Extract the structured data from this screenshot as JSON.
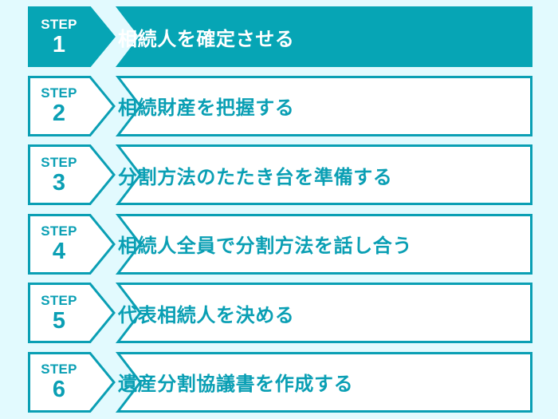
{
  "theme": {
    "background": "#e2fafe",
    "accent": "#06a5b5",
    "accent_outline": "#0a9fb4",
    "bar_fill_active": "#06a5b5",
    "bar_fill_inactive": "#ffffff",
    "text_on_accent": "#ffffff"
  },
  "flow": {
    "step_word": "STEP",
    "steps": [
      {
        "number": "1",
        "step_word": "STEP",
        "title": "相続人を確定させる",
        "state": "active"
      },
      {
        "number": "2",
        "step_word": "STEP",
        "title": "相続財産を把握する",
        "state": "outline"
      },
      {
        "number": "3",
        "step_word": "STEP",
        "title": "分割方法のたたき台を準備する",
        "state": "outline"
      },
      {
        "number": "4",
        "step_word": "STEP",
        "title": "相続人全員で分割方法を話し合う",
        "state": "outline"
      },
      {
        "number": "5",
        "step_word": "STEP",
        "title": "代表相続人を決める",
        "state": "outline"
      },
      {
        "number": "6",
        "step_word": "STEP",
        "title": "遺産分割協議書を作成する",
        "state": "outline"
      }
    ]
  }
}
